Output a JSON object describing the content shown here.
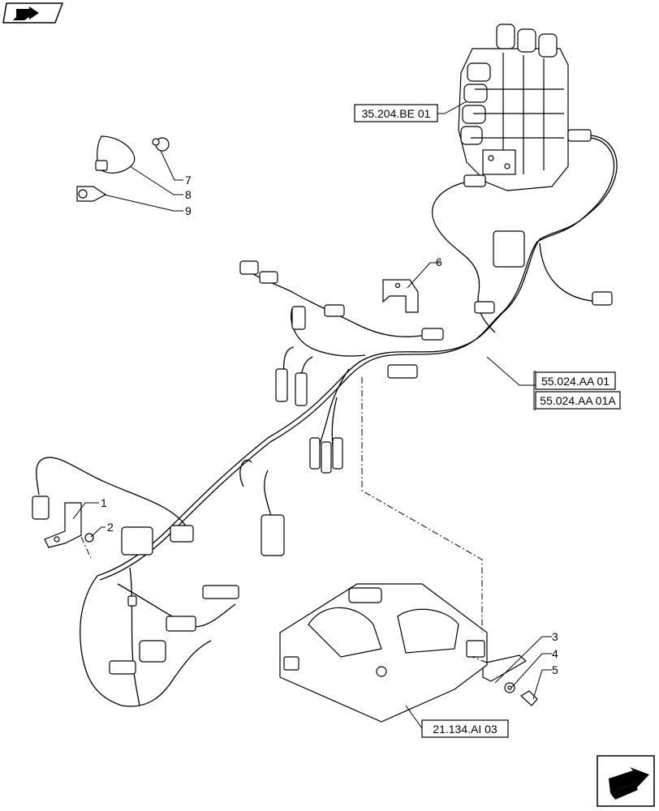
{
  "nav": {
    "top_icon": "book-arrow-icon",
    "bottom_icon": "next-page-arrow-icon"
  },
  "references": {
    "valve_block": "35.204.BE 01",
    "harness_1": "55.024.AA 01",
    "harness_2": "55.024.AA 01A",
    "control_unit": "21.134.AI 03"
  },
  "callouts": {
    "c1": "1",
    "c2": "2",
    "c3": "3",
    "c4": "4",
    "c5": "5",
    "c6": "6",
    "c7": "7",
    "c8": "8",
    "c9": "9"
  }
}
